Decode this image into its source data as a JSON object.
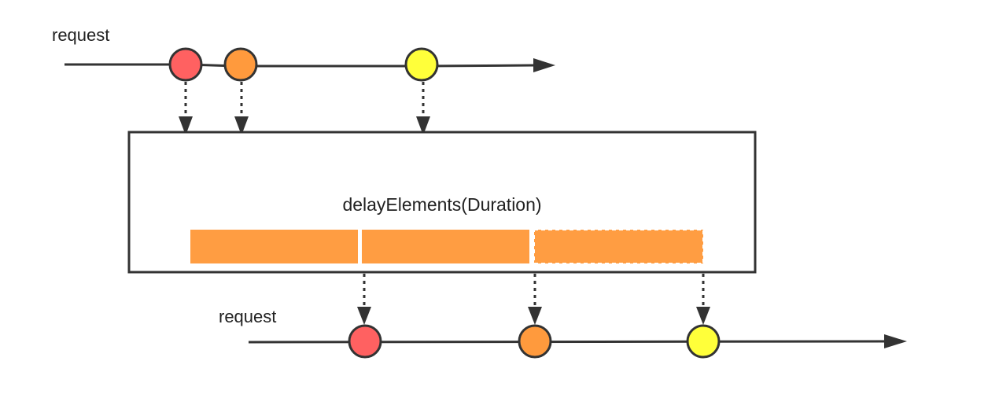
{
  "input_stream": {
    "label": "request",
    "events": [
      {
        "color": "#FF6161"
      },
      {
        "color": "#FF9A3D"
      },
      {
        "color": "#FFFF3A"
      }
    ]
  },
  "operator": {
    "label": "delayElements(Duration)",
    "fill_color": "#FF9D42",
    "segments": [
      {
        "style": "solid"
      },
      {
        "style": "solid"
      },
      {
        "style": "dashed"
      }
    ]
  },
  "output_stream": {
    "label": "request",
    "events": [
      {
        "color": "#FF6161"
      },
      {
        "color": "#FF9A3D"
      },
      {
        "color": "#FFFF3A"
      }
    ]
  },
  "colors": {
    "line": "#333333",
    "stroke": "#333333"
  }
}
